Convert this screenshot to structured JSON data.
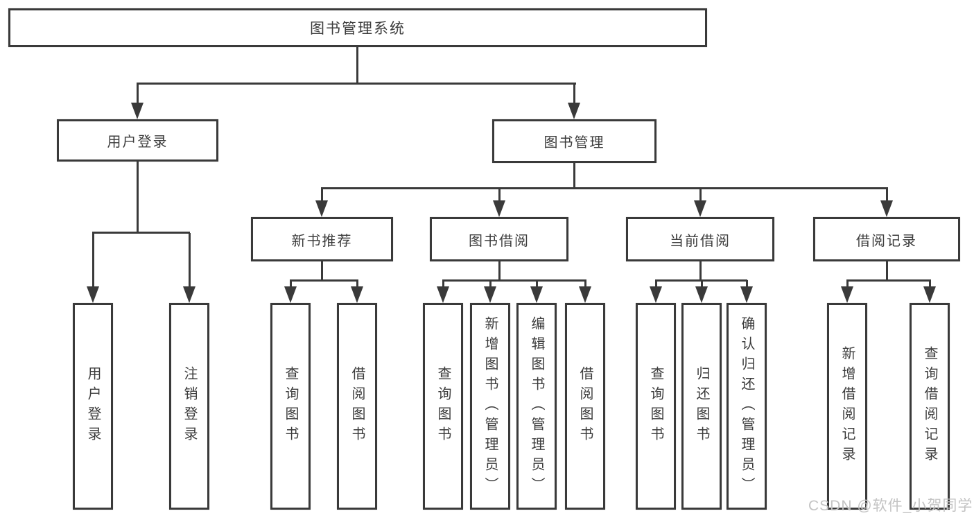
{
  "tree": {
    "label": "图书管理系统",
    "children": [
      {
        "label": "用户登录",
        "children": [
          {
            "label": "用户登录"
          },
          {
            "label": "注销登录"
          }
        ]
      },
      {
        "label": "图书管理",
        "children": [
          {
            "label": "新书推荐",
            "children": [
              {
                "label": "查询图书"
              },
              {
                "label": "借阅图书"
              }
            ]
          },
          {
            "label": "图书借阅",
            "children": [
              {
                "label": "查询图书"
              },
              {
                "label": "新增图书（管理员）"
              },
              {
                "label": "编辑图书（管理员）"
              },
              {
                "label": "借阅图书"
              }
            ]
          },
          {
            "label": "当前借阅",
            "children": [
              {
                "label": "查询图书"
              },
              {
                "label": "归还图书"
              },
              {
                "label": "确认归还（管理员）"
              }
            ]
          },
          {
            "label": "借阅记录",
            "children": [
              {
                "label": "新增借阅记录"
              },
              {
                "label": "查询借阅记录"
              }
            ]
          }
        ]
      }
    ]
  },
  "watermark": {
    "text": "CSDN @软件_小贺同学"
  },
  "colors": {
    "line": "#3a3a3a",
    "border": "#3a3a3a",
    "text": "#3c3c3c",
    "watermark": "#c3c3c3",
    "background": "#ffffff"
  }
}
